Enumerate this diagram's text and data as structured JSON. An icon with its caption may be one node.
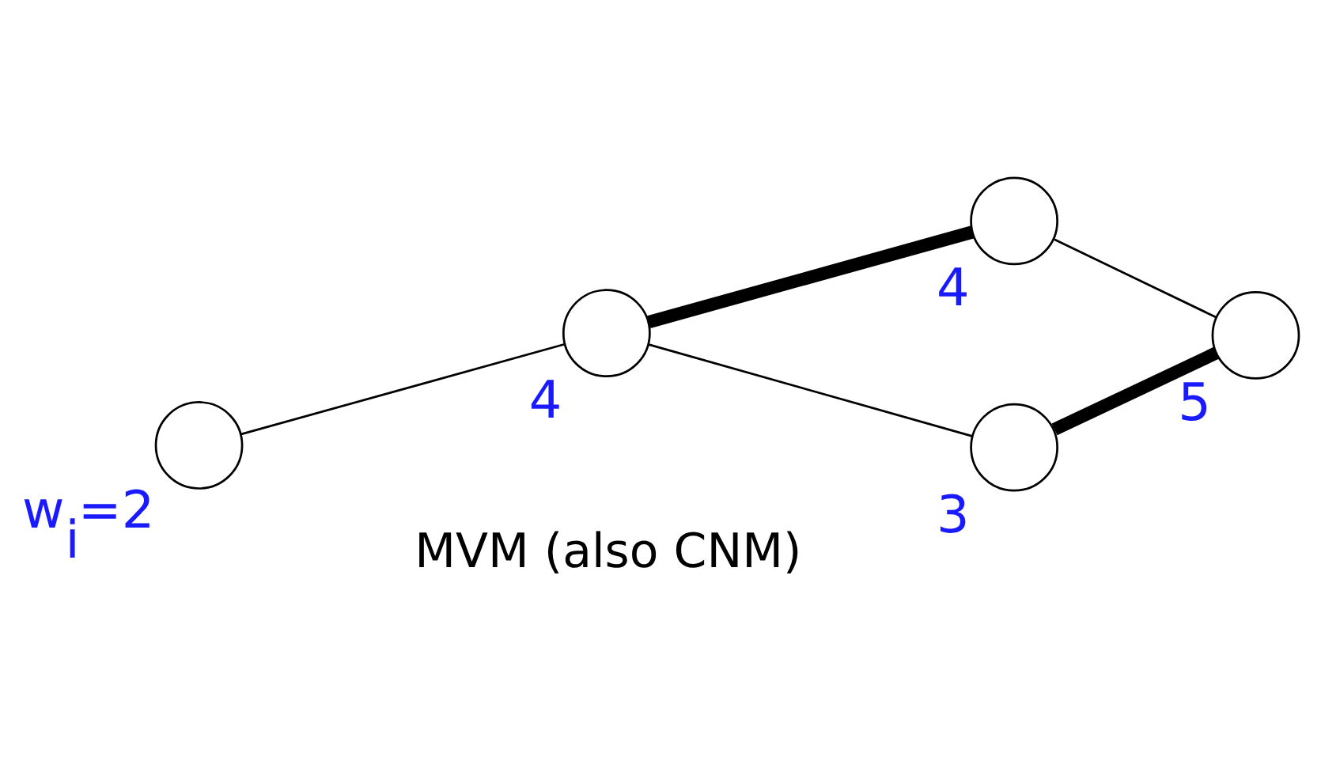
{
  "diagram": {
    "nodes": [
      {
        "text": [],
        "shape": "circle",
        "beside": [
          "w$_{i}$=2"
        ]
      },
      {
        "text": [],
        "shape": "circle",
        "beside": [
          "4"
        ]
      },
      {
        "text": [],
        "shape": "circle",
        "beside": [
          "4"
        ]
      },
      {
        "text": [],
        "shape": "circle",
        "beside": [
          "3"
        ]
      },
      {
        "text": [],
        "shape": "circle",
        "beside": [
          "5"
        ]
      }
    ],
    "edges": [
      {
        "from": 0,
        "to": 1,
        "arrow": "none"
      },
      {
        "from": 1,
        "to": 2,
        "arrow": "none",
        "style": "thick"
      },
      {
        "from": 1,
        "to": 3,
        "arrow": "none"
      },
      {
        "from": 2,
        "to": 4,
        "arrow": "none"
      },
      {
        "from": 3,
        "to": 4,
        "arrow": "none",
        "style": "thick"
      }
    ],
    "labels": [
      "MVM (also CNM)"
    ]
  }
}
